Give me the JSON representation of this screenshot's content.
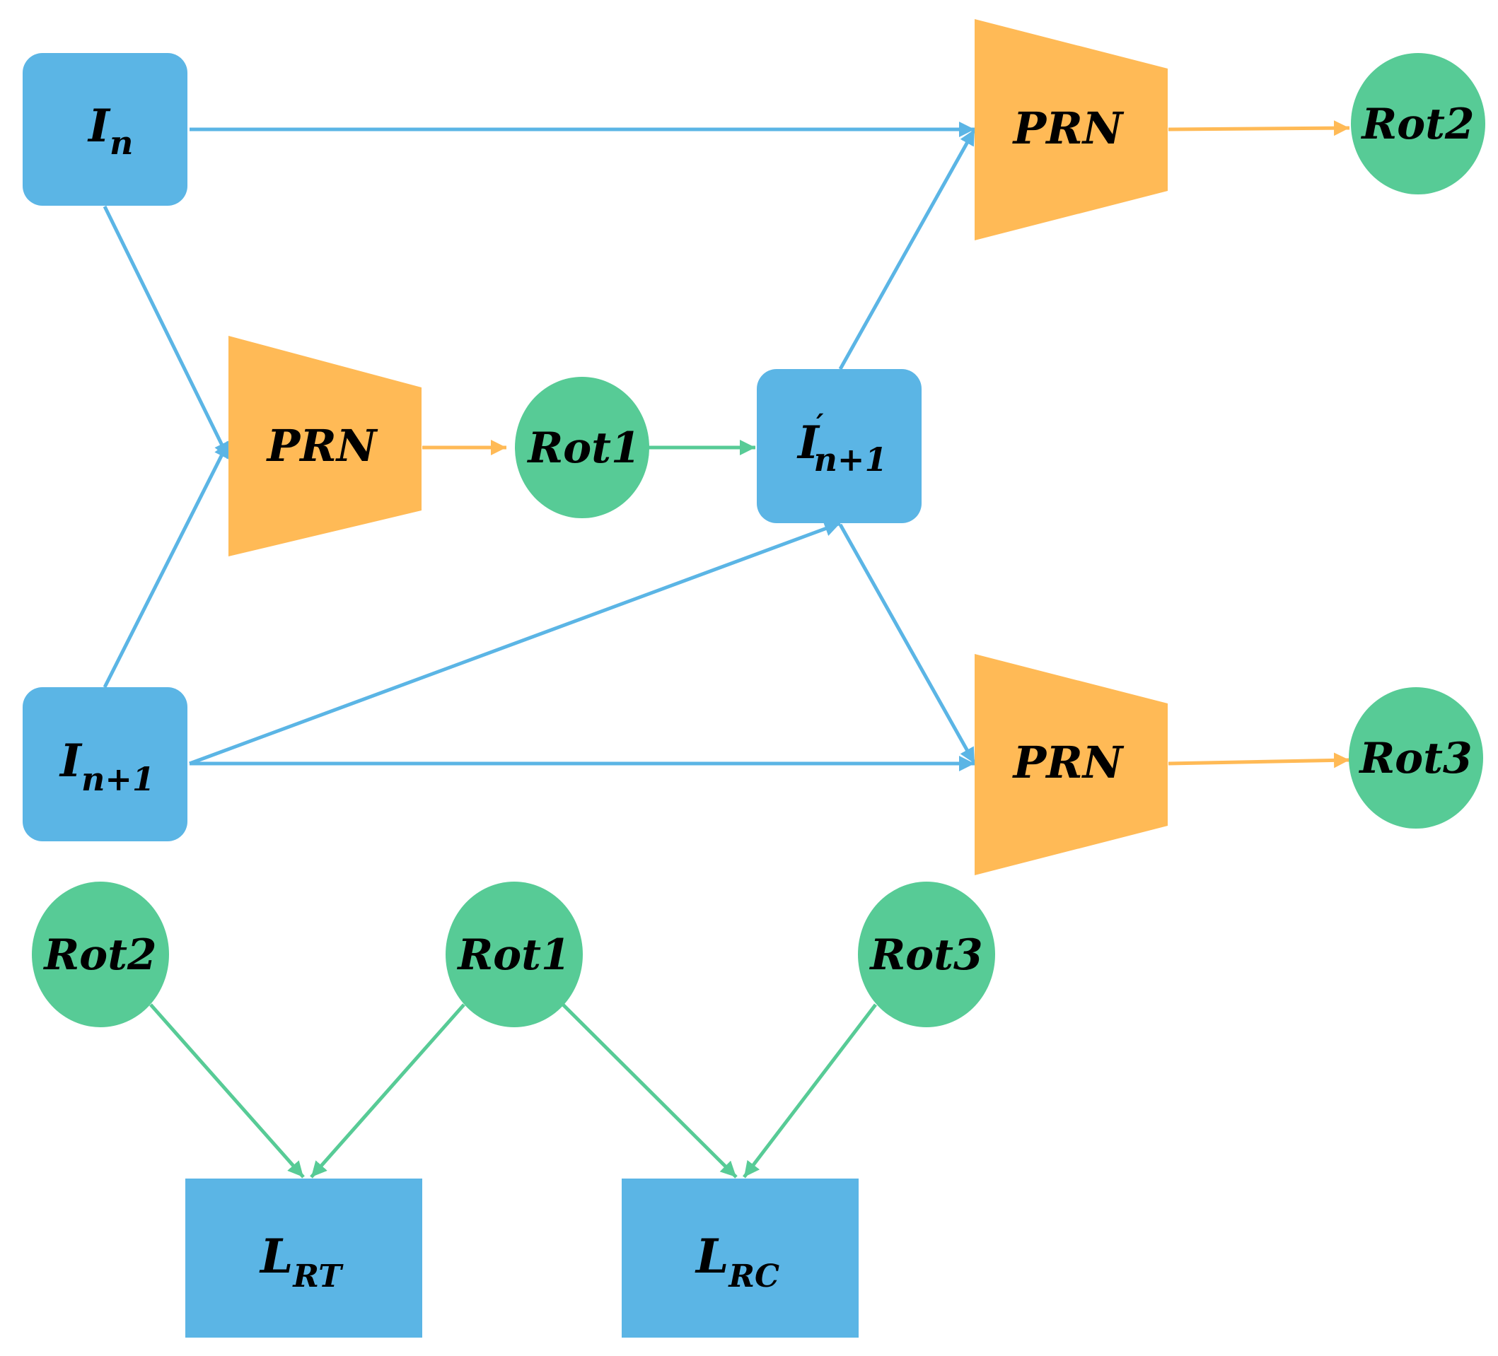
{
  "nodes": {
    "in": {
      "base": "I",
      "sub": "n",
      "sup": ""
    },
    "in1_top": {
      "base": "I",
      "sub": "n+1",
      "sup": "′"
    },
    "in1": {
      "base": "I",
      "sub": "n+1",
      "sup": ""
    },
    "prn_mid": {
      "text": "PRN"
    },
    "prn_top": {
      "text": "PRN"
    },
    "prn_bot": {
      "text": "PRN"
    },
    "rot1": {
      "text": "Rot1"
    },
    "rot2": {
      "text": "Rot2"
    },
    "rot3": {
      "text": "Rot3"
    },
    "rot2_b": {
      "text": "Rot2"
    },
    "rot1_b": {
      "text": "Rot1"
    },
    "rot3_b": {
      "text": "Rot3"
    },
    "lrt": {
      "base": "L",
      "sub": "RT"
    },
    "lrc": {
      "base": "L",
      "sub": "RC"
    }
  },
  "colors": {
    "image_box": "#5BB5E5",
    "prn": "#FFBA56",
    "rot": "#57CB96",
    "arrow_blue": "#5BB5E5",
    "arrow_orange": "#FFBA56",
    "arrow_green": "#57CB96"
  }
}
